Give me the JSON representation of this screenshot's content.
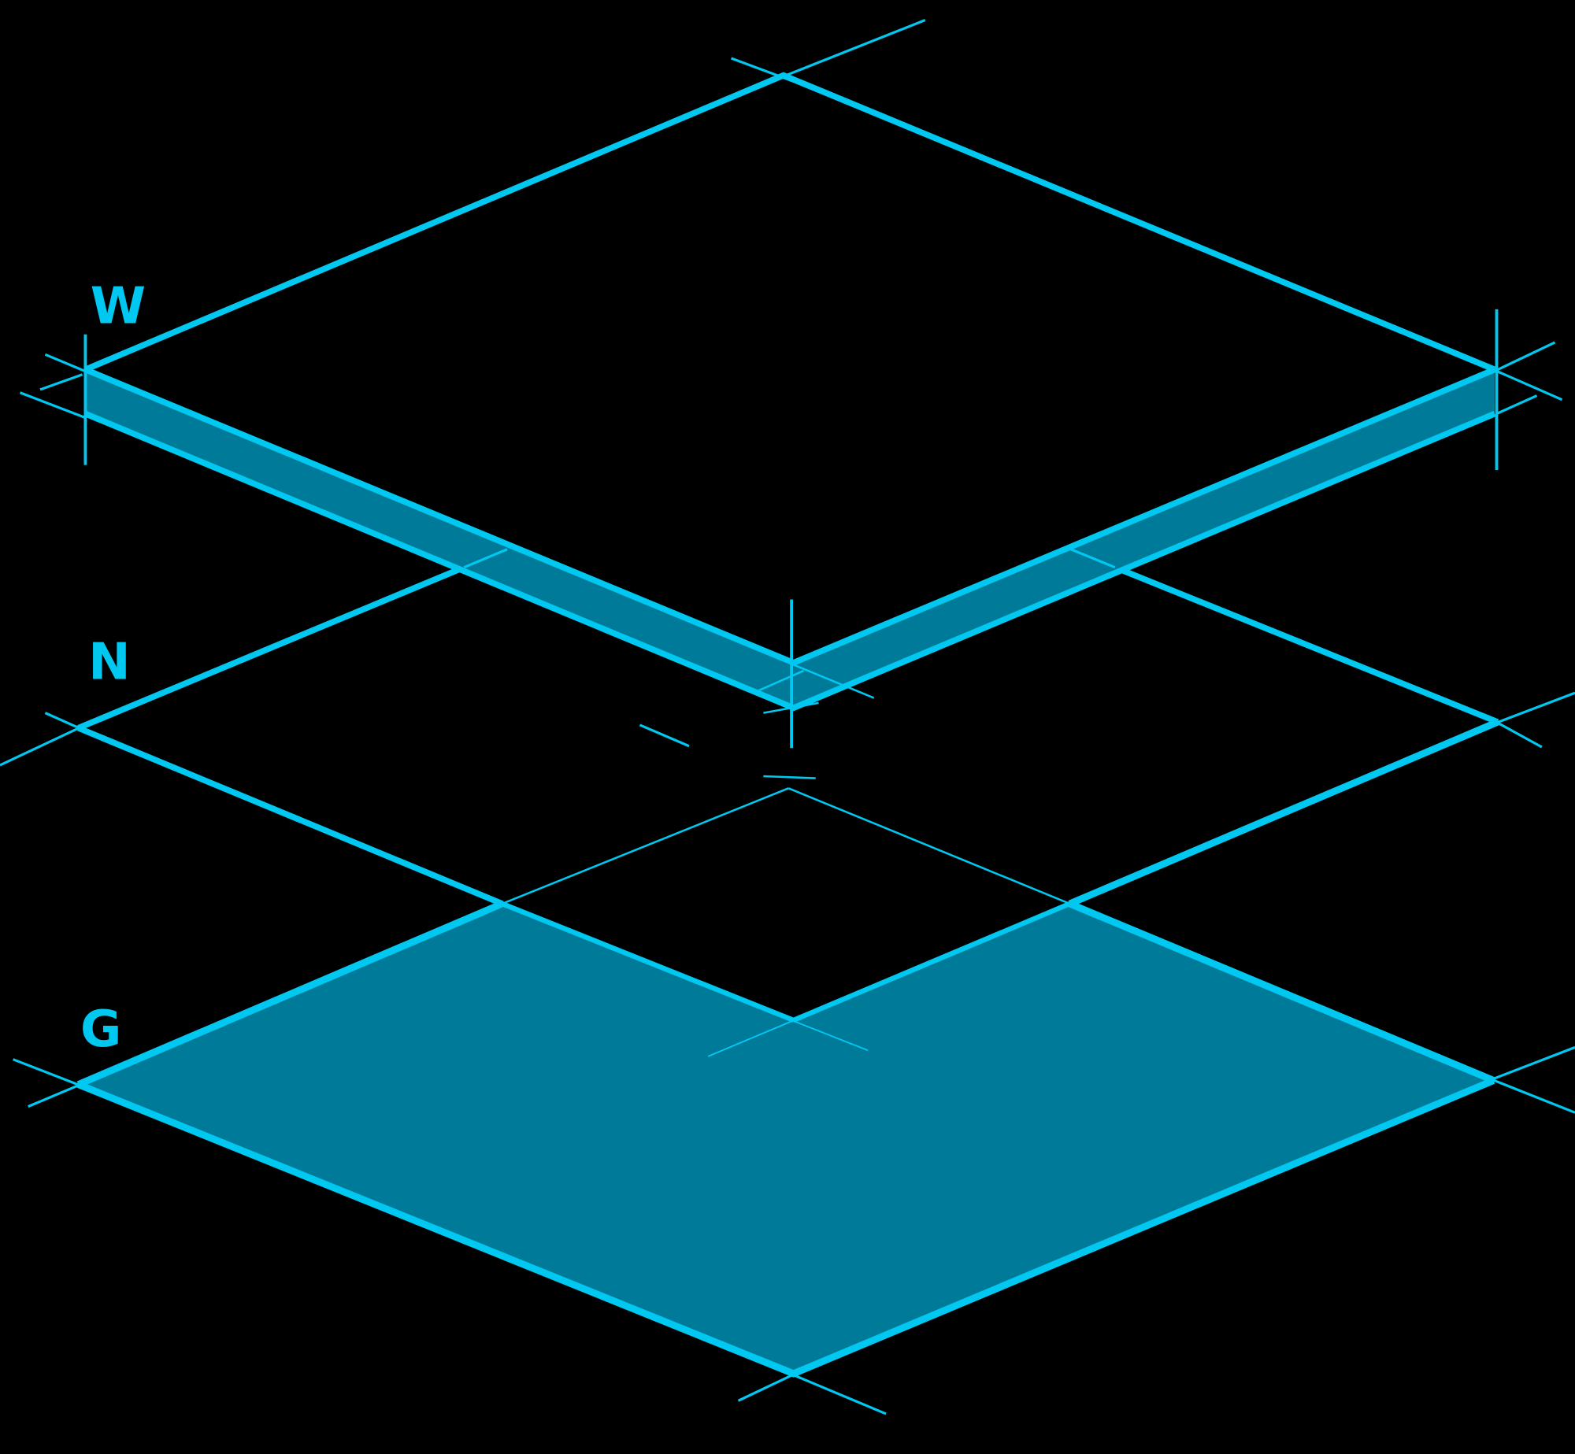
{
  "diagram": {
    "type": "isometric-layer-stack",
    "colors": {
      "background": "#000000",
      "line": "#00C8F0",
      "fill": "#007A99"
    },
    "layers": [
      {
        "id": "top",
        "label": "W",
        "style": "slab (thick plate), teal side faces, black top face"
      },
      {
        "id": "middle",
        "label": "N",
        "style": "outline only, opaque black plane"
      },
      {
        "id": "bottom",
        "label": "G",
        "style": "filled teal plane"
      }
    ]
  }
}
